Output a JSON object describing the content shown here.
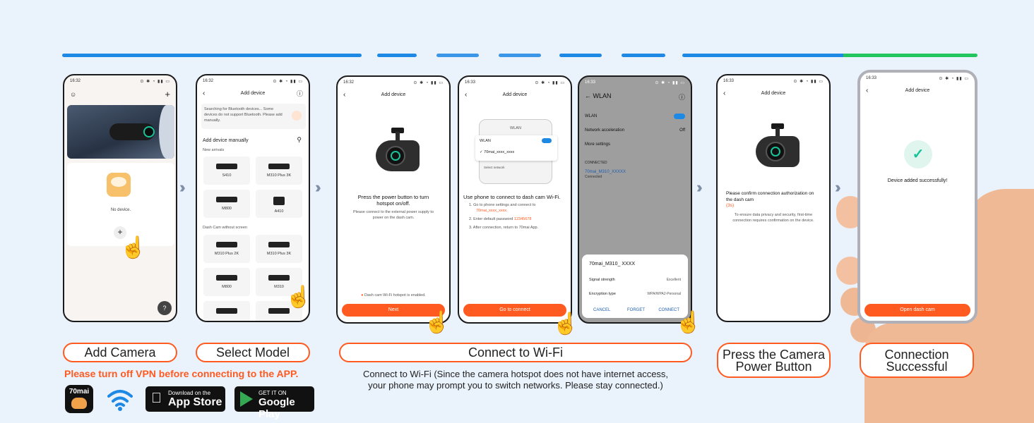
{
  "phones": {
    "p1": {
      "time": "16:32",
      "status_icons": "⊙ ✱ ◔ ▮▮ ▭",
      "no_device": "No device."
    },
    "p2": {
      "time": "16:32",
      "title": "Add device",
      "search_note": "Searching for Bluetooth devices... Some devices do not support Bluetooth. Please add manually.",
      "manual": "Add device manually",
      "new_arrivals": "New arrivals",
      "without_screen": "Dash Cam without screen",
      "models": [
        "S410",
        "M310 Plus 3K",
        "M800",
        "A410",
        "M310 Plus 2K",
        "M310 Plus 3K",
        "M800",
        "M310"
      ]
    },
    "p3": {
      "time": "16:32",
      "title": "Add device",
      "main": "Press the power button to turn hotspot on/off.",
      "sub": "Please connect to the external power supply to power on the dash cam.",
      "hotspot": "Dash cam Wi-Fi hotspot is enabled.",
      "btn": "Next"
    },
    "p4": {
      "time": "16:33",
      "title": "Add device",
      "wlan": "WLAN",
      "wlan2": "WLAN",
      "network": "70mai_xxxx_xxxx",
      "select": "Select network",
      "main": "Use phone to connect to dash cam Wi-Fi.",
      "step1": "1.  Go to phone settings and connect to",
      "step1b": "70mai_xxxx_xxxx.",
      "step2": "2.  Enter default password",
      "pwd": "12345678",
      "step3": "3.  After connection, return to 70mai App.",
      "btn": "Go to connect"
    },
    "p5": {
      "time": "16:33",
      "title": "WLAN",
      "wlan": "WLAN",
      "accel": "Network acceleration",
      "accel_val": "Off",
      "more": "More settings",
      "connected": "CONNECTED",
      "ssid": "70mai_M310_XXXXX",
      "ssid_status": "Connected",
      "dlg_ssid": "70mai_M310_ XXXX",
      "signal": "Signal strength",
      "signal_val": "Excellent",
      "enc": "Encryption type",
      "enc_val": "WPA/WPA2-Personal",
      "cancel": "CANCEL",
      "forget": "FORGET",
      "connect": "CONNECT"
    },
    "p6": {
      "time": "16:33",
      "title": "Add device",
      "main": "Please confirm connection authorization on the dash cam",
      "count": "(3s)",
      "sub": "To ensure data privacy and security, first-time connection requires confirmation on the device."
    },
    "p7": {
      "time": "16:33",
      "title": "Add device",
      "success": "Device added successfully!",
      "btn": "Open dash cam"
    }
  },
  "steps": {
    "add_camera": "Add Camera",
    "select_model": "Select Model",
    "connect_wifi": "Connect to Wi-Fi",
    "press_power_1": "Press the Camera",
    "press_power_2": "Power Button",
    "success_1": "Connection",
    "success_2": "Successful"
  },
  "vpn_warning": "Please turn off VPN before connecting to the APP.",
  "wifi_note_1": "Connect to Wi-Fi (Since the camera hotspot does not have internet access,",
  "wifi_note_2": "your phone may prompt you to switch networks. Please stay connected.)",
  "badges": {
    "app_logo": "70mai",
    "appstore_small": "Download on the",
    "appstore_big": "App Store",
    "google_small": "GET IT ON",
    "google_big": "Google Play"
  },
  "colors": {
    "accent": "#ff5a1f",
    "progress_blue": "#1e88e5",
    "progress_green": "#22c55e",
    "teal": "#19c39a"
  }
}
